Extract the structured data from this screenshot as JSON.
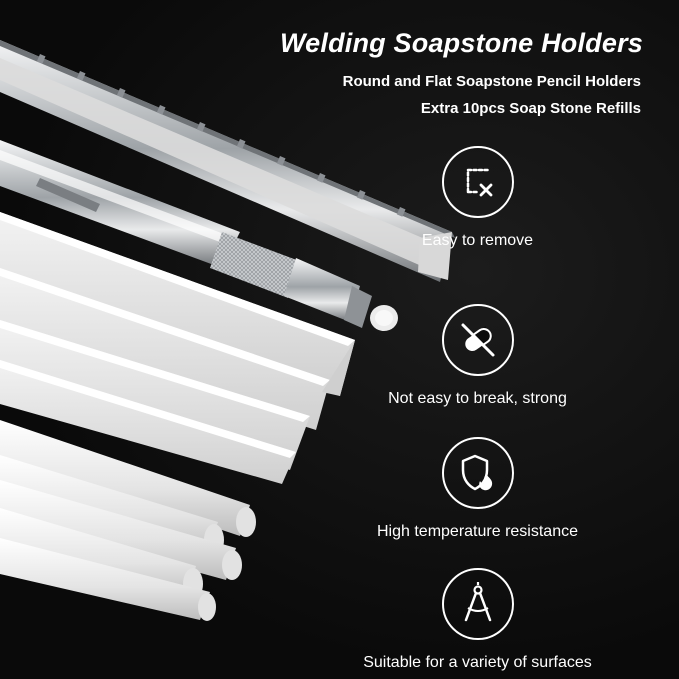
{
  "header": {
    "title": "Welding Soapstone Holders",
    "subtitle_line1": "Round and Flat Soapstone Pencil Holders",
    "subtitle_line2": "Extra 10pcs Soap Stone Refills"
  },
  "features": [
    {
      "label": "Easy to remove",
      "icon": "remove-box-icon"
    },
    {
      "label": "Not easy to break, strong",
      "icon": "no-break-capsule-icon"
    },
    {
      "label": "High temperature resistance",
      "icon": "shield-flame-icon"
    },
    {
      "label": "Suitable for a variety of surfaces",
      "icon": "compass-icon"
    }
  ],
  "colors": {
    "background": "#0c0c0c",
    "text": "#ffffff",
    "soapstone": "#e6e6e6",
    "metal": "#bfc3c6"
  }
}
